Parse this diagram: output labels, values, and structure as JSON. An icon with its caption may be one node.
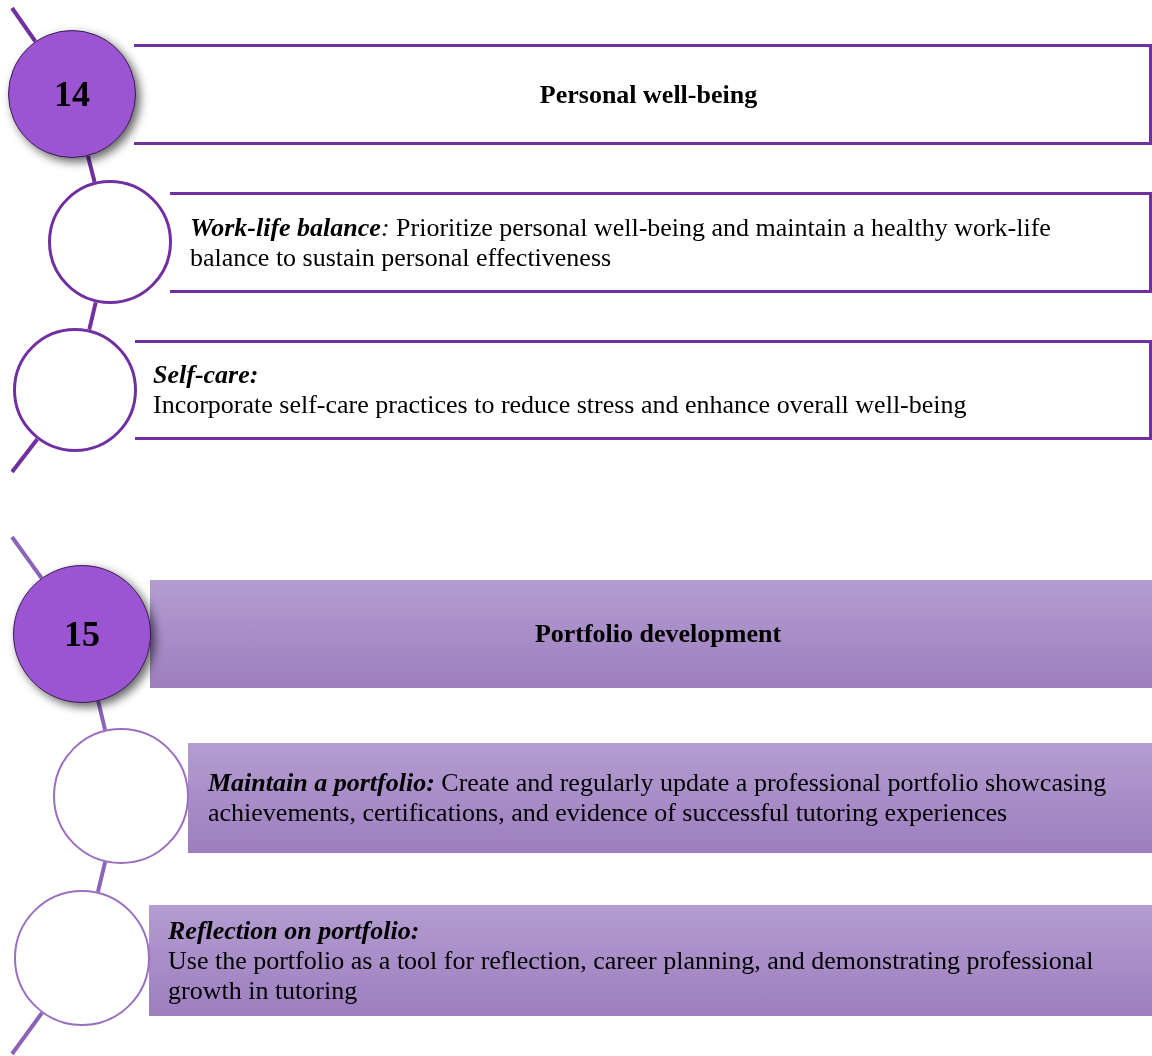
{
  "diagram": {
    "nodes": [
      {
        "text": [
          "14"
        ]
      },
      {
        "text": [
          "Personal well-being"
        ]
      },
      {
        "text": [],
        "shape": "circle"
      },
      {
        "text": [
          "**Work-life balance**:",
          "Prioritize personal well-being and maintain a healthy work-life balance to sustain personal effectiveness"
        ]
      },
      {
        "text": [],
        "shape": "circle"
      },
      {
        "text": [
          "Self-care:",
          "Incorporate self-care practices to reduce stress and enhance overall well-being"
        ]
      },
      {
        "text": [
          "15"
        ]
      },
      {
        "text": [
          "Portfolio development"
        ]
      },
      {
        "text": [],
        "shape": "circle"
      },
      {
        "text": [
          "Maintain a portfolio:",
          "Create and regularly update a professional portfolio showcasing achievements, certifications, and evidence of successful tutoring experiences"
        ]
      },
      {
        "text": [],
        "shape": "circle"
      },
      {
        "text": [
          "Reflection on portfolio:",
          "Use the portfolio as a tool for reflection, career planning, and demonstrating professional growth in tutoring"
        ]
      }
    ],
    "edges": [
      {
        "from": null,
        "to": 0,
        "arrow": "none"
      },
      {
        "from": 0,
        "to": 2,
        "arrow": "none"
      },
      {
        "from": 2,
        "to": 4,
        "arrow": "none"
      },
      {
        "from": 4,
        "to": null,
        "arrow": "none"
      },
      {
        "from": null,
        "to": 6,
        "arrow": "none"
      },
      {
        "from": 6,
        "to": 8,
        "arrow": "none"
      },
      {
        "from": 8,
        "to": 10,
        "arrow": "none"
      },
      {
        "from": 10,
        "to": null,
        "arrow": "none"
      }
    ]
  }
}
